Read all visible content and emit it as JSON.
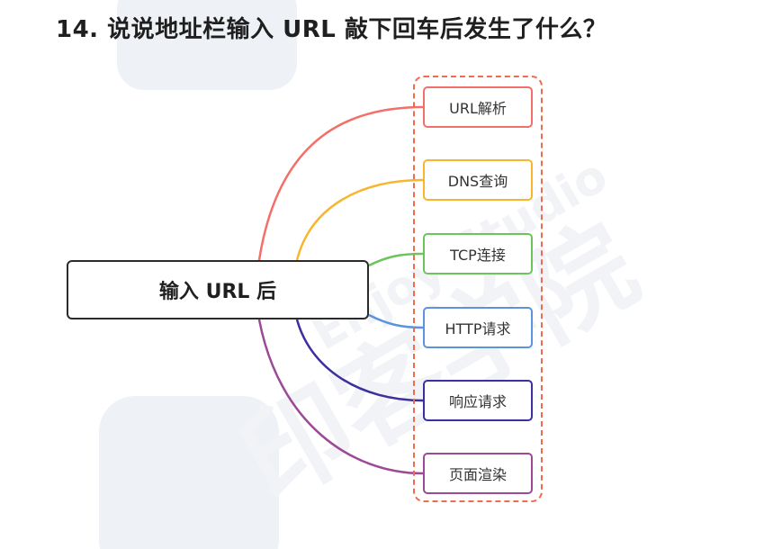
{
  "title": "14. 说说地址栏输入 URL 敲下回车后发生了什么？",
  "diagram": {
    "root": "输入 URL 后",
    "steps": [
      {
        "label": "URL解析",
        "color": "#f36f6a"
      },
      {
        "label": "DNS查询",
        "color": "#f7b62d"
      },
      {
        "label": "TCP连接",
        "color": "#6cc45a"
      },
      {
        "label": "HTTP请求",
        "color": "#5b93dc"
      },
      {
        "label": "响应请求",
        "color": "#3c2f9e"
      },
      {
        "label": "页面渲染",
        "color": "#9c4a96"
      }
    ],
    "group_outline_color": "#f06a4e"
  },
  "watermark": {
    "text": "印客学院",
    "text_en": "Enjoy Studio"
  }
}
